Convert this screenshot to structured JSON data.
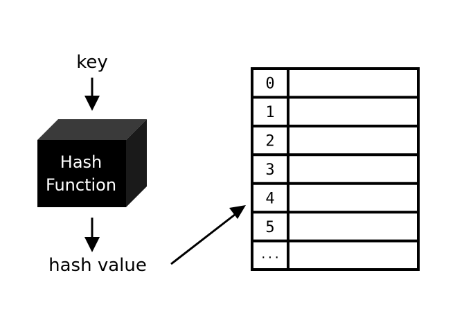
{
  "diagram": {
    "input_label": "key",
    "function_box": {
      "line1": "Hash",
      "line2": "Function"
    },
    "output_label": "hash value",
    "table": {
      "indices": [
        "0",
        "1",
        "2",
        "3",
        "4",
        "5",
        "..."
      ]
    }
  },
  "colors": {
    "cube_front": "#000000",
    "cube_top": "#3a3a3a",
    "cube_side": "#1a1a1a",
    "line": "#000000",
    "background": "#ffffff"
  }
}
